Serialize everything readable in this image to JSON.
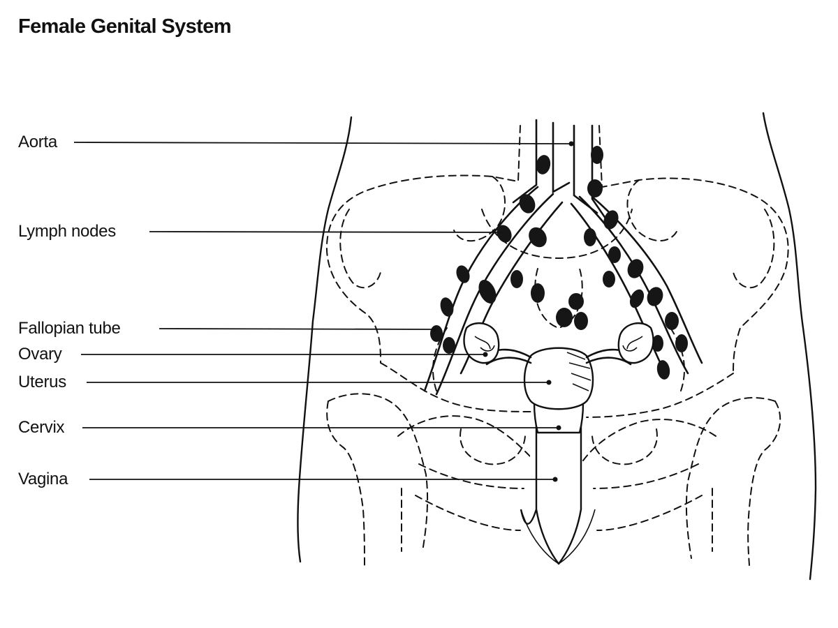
{
  "diagram": {
    "title": "Female Genital System",
    "labels": {
      "aorta": "Aorta",
      "lymph_nodes": "Lymph nodes",
      "fallopian_tube": "Fallopian tube",
      "ovary": "Ovary",
      "uterus": "Uterus",
      "cervix": "Cervix",
      "vagina": "Vagina"
    }
  }
}
